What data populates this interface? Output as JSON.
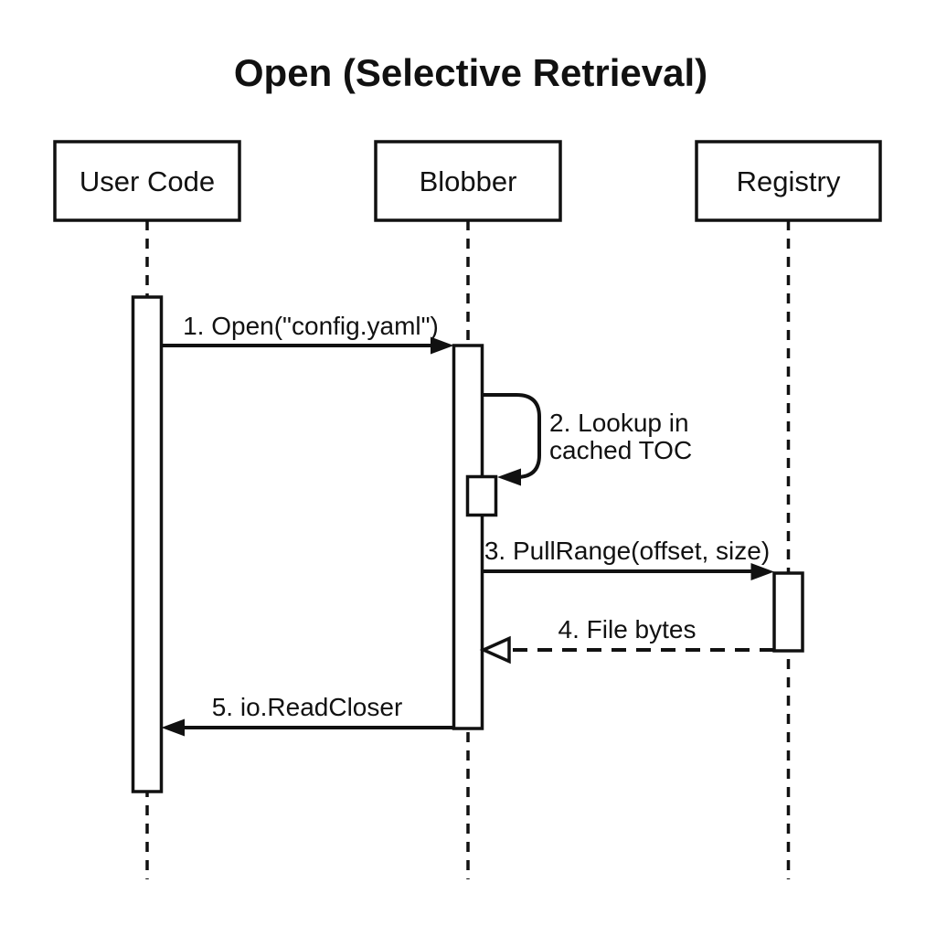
{
  "title": "Open (Selective Retrieval)",
  "participants": [
    {
      "id": "user-code",
      "label": "User Code"
    },
    {
      "id": "blobber",
      "label": "Blobber"
    },
    {
      "id": "registry",
      "label": "Registry"
    }
  ],
  "messages": [
    {
      "num": "1",
      "label": "1. Open(\"config.yaml\")",
      "from": "User Code",
      "to": "Blobber",
      "line": "solid",
      "arrowhead": "filled"
    },
    {
      "num": "2",
      "label_line1": "2. Lookup in",
      "label_line2": "cached TOC",
      "from": "Blobber",
      "to": "Blobber",
      "line": "self-loop",
      "arrowhead": "filled"
    },
    {
      "num": "3",
      "label": "3. PullRange(offset, size)",
      "from": "Blobber",
      "to": "Registry",
      "line": "solid",
      "arrowhead": "filled"
    },
    {
      "num": "4",
      "label": "4. File bytes",
      "from": "Registry",
      "to": "Blobber",
      "line": "dashed",
      "arrowhead": "open"
    },
    {
      "num": "5",
      "label": "5. io.ReadCloser",
      "from": "Blobber",
      "to": "User Code",
      "line": "solid",
      "arrowhead": "filled"
    }
  ],
  "colors": {
    "ink": "#111111",
    "background": "#ffffff",
    "box_fill": "#ffffff"
  }
}
